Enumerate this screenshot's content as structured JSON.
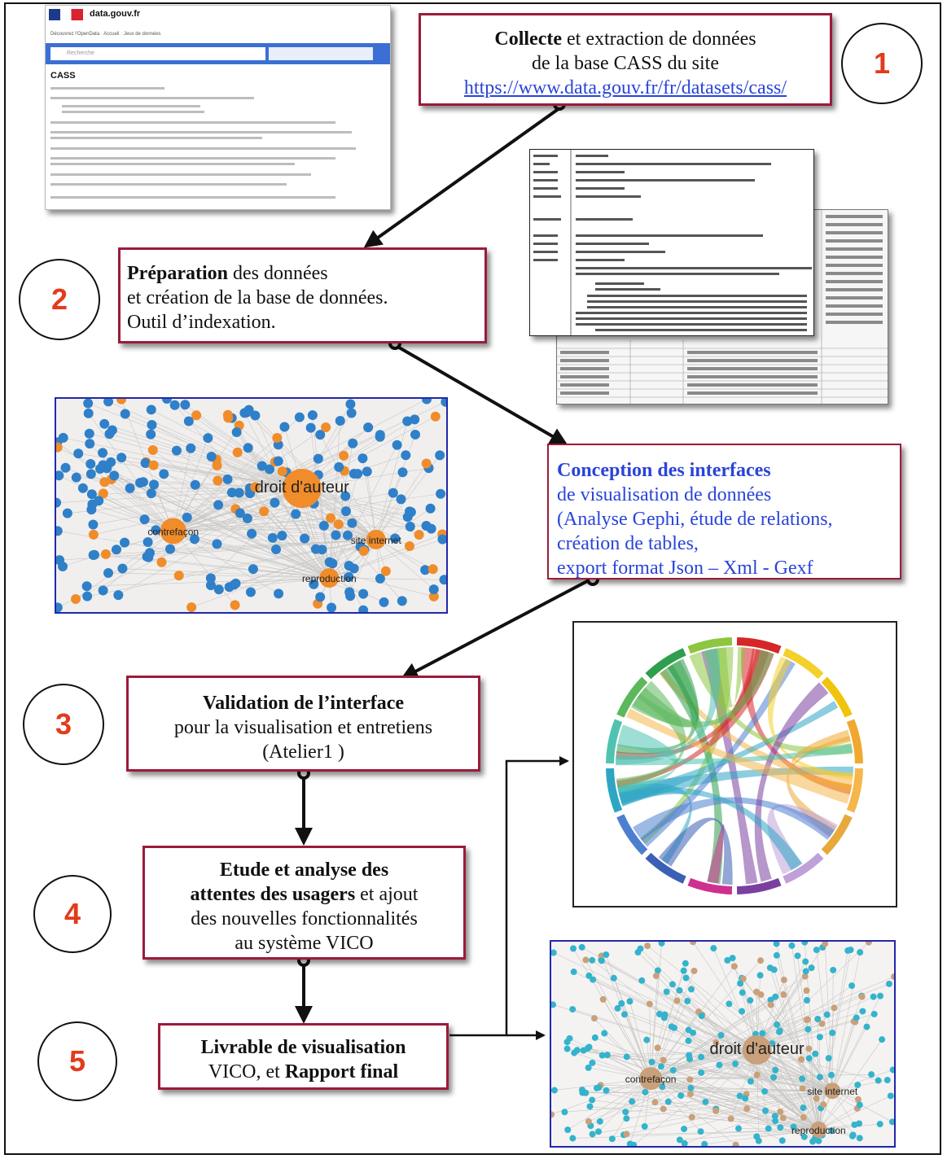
{
  "steps": [
    {
      "number": "1"
    },
    {
      "number": "2"
    },
    {
      "number": "3"
    },
    {
      "number": "4"
    },
    {
      "number": "5"
    }
  ],
  "box1": {
    "bold": "Collecte",
    "rest_line1": " et extraction de données",
    "line2": "de la base CASS du site",
    "link": "https://www.data.gouv.fr/fr/datasets/cass/"
  },
  "box2": {
    "bold": "Préparation",
    "rest_line1": " des données",
    "line2": "et création de la base de données.",
    "line3": "Outil d’indexation."
  },
  "box_conception": {
    "bold": "Conception des interfaces",
    "line2": "de visualisation de données",
    "line3": "(Analyse Gephi, étude de relations,",
    "line4": "création de tables,",
    "line5": "export format Json – Xml - Gexf"
  },
  "box3": {
    "bold": "Validation de l’interface",
    "line2": "pour la visualisation et entretiens",
    "line3": "(Atelier1 )"
  },
  "box4": {
    "bold1": "Etude et analyse des",
    "bold2": "attentes des usagers",
    "rest_line2": "  et ajout",
    "line3": "des nouvelles fonctionnalités",
    "line4": "au système VICO"
  },
  "box5": {
    "bold": "Livrable de visualisation",
    "line2_prefix": "VICO, et ",
    "line2_bold": "Rapport final"
  },
  "website_shot": {
    "site_name": "data.gouv.fr",
    "nav_text": "Découvrez l'OpenData · Accueil · Jeux de données",
    "search_placeholder": "Recherche",
    "page_title": "CASS"
  },
  "graph1": {
    "labels": [
      "droit d'auteur",
      "contrefaçon",
      "site internet",
      "reproduction"
    ]
  },
  "graph2": {
    "labels": [
      "droit d'auteur",
      "contrefaçon",
      "site internet",
      "reproduction"
    ]
  },
  "colors": {
    "box_border": "#9b1b3a",
    "step_number": "#e23b1c",
    "conception_text": "#2a44d8",
    "node_blue": "#2f80c9",
    "node_orange": "#f08c2a"
  }
}
